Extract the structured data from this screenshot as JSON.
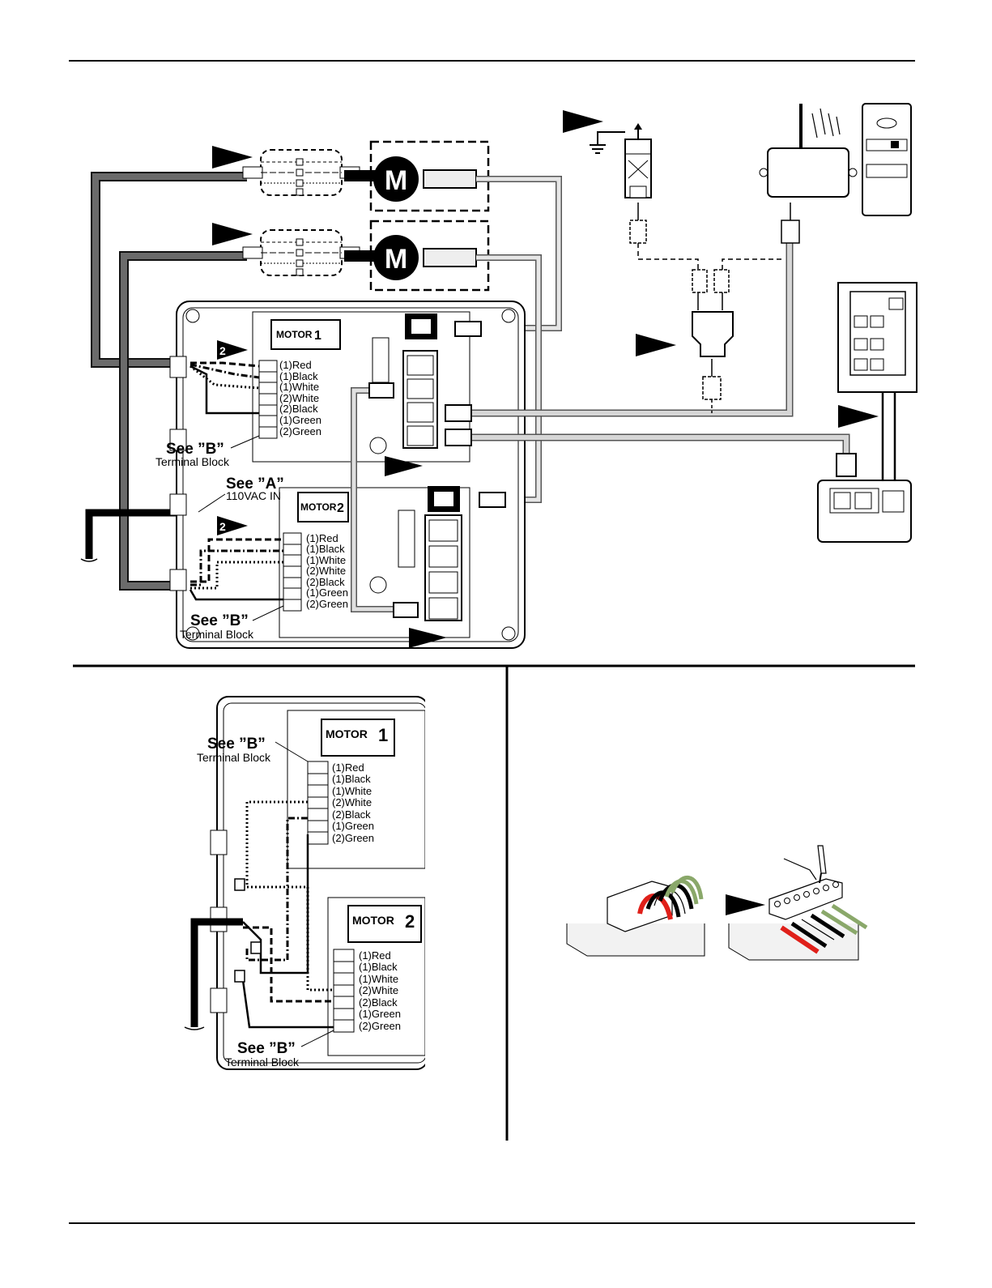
{
  "top_diagram": {
    "motor_symbol": "M",
    "motor1_label": "MOTOR",
    "motor1_num": "1",
    "motor2_label": "MOTOR",
    "motor2_num": "2",
    "step_marker": "2",
    "terminal_wires": [
      "(1)Red",
      "(1)Black",
      "(1)White",
      "(2)White",
      "(2)Black",
      "(1)Green",
      "(2)Green"
    ],
    "see_b": "See ”B”",
    "terminal_block": "Terminal Block",
    "see_a": "See ”A”",
    "ac_in": "110VAC IN"
  },
  "detail_a": {
    "motor1_label": "MOTOR",
    "motor1_num": "1",
    "motor2_label": "MOTOR",
    "motor2_num": "2",
    "terminal_wires": [
      "(1)Red",
      "(1)Black",
      "(1)White",
      "(2)White",
      "(2)Black",
      "(1)Green",
      "(2)Green"
    ],
    "see_b": "See ”B”",
    "terminal_block": "Terminal Block"
  },
  "colors": {
    "ink": "#000000",
    "gray_cable": "#6b6b6b",
    "light_cable": "#dcdcdc",
    "wire_red": "#e0201a",
    "wire_green": "#8aa86a"
  }
}
